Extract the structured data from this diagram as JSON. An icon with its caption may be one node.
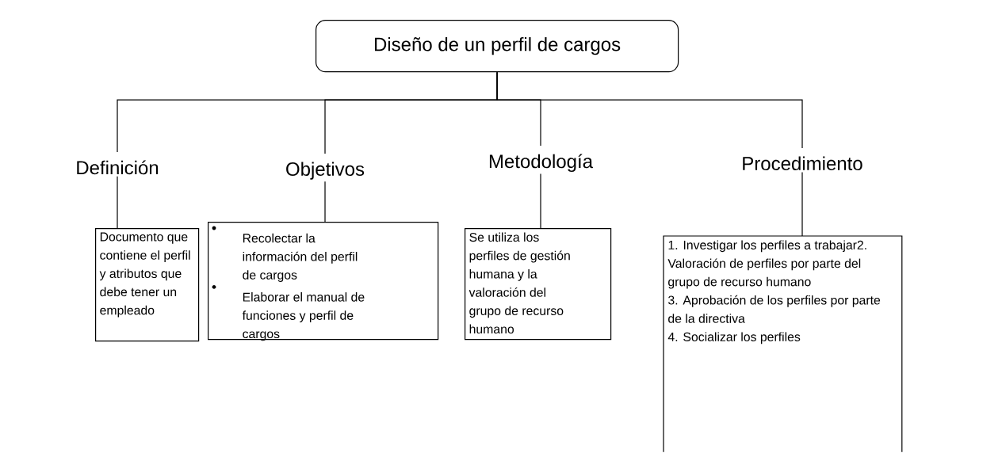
{
  "diagram": {
    "nodes": [
      {
        "text": [
          "Diseño de un perfil de cargos"
        ]
      },
      {
        "text": [
          "Definición"
        ]
      },
      {
        "text": [
          "Objetivos"
        ]
      },
      {
        "text": [
          "Metodología"
        ]
      },
      {
        "text": [
          "Procedimiento"
        ]
      },
      {
        "text": [
          "Documento que contiene el perfil y atributos que debe tener un empleado"
        ]
      },
      {
        "text": [
          "Recolectar la información del perfil de cargos",
          "Elaborar el manual de funciones y perfil de cargos"
        ]
      },
      {
        "text": [
          "Se utiliza los perfiles de gestión humana y la valoración del grupo de recurso humano"
        ]
      },
      {
        "text": [
          "1. Investigar los perfiles a trabajar2. Valoración de perfiles por parte del grupo de recurso humano",
          "3.  Aprobación de los perfiles por parte de la directiva",
          "4. Socializar los perfiles"
        ]
      }
    ],
    "edges": [
      {
        "from": 0,
        "to": 1,
        "arrow": "none"
      },
      {
        "from": 0,
        "to": 2,
        "arrow": "none"
      },
      {
        "from": 0,
        "to": 3,
        "arrow": "none"
      },
      {
        "from": 0,
        "to": 4,
        "arrow": "none"
      },
      {
        "from": 1,
        "to": 5,
        "arrow": "none"
      },
      {
        "from": 2,
        "to": 6,
        "arrow": "none"
      },
      {
        "from": 3,
        "to": 7,
        "arrow": "none"
      },
      {
        "from": 4,
        "to": 8,
        "arrow": "none"
      }
    ]
  }
}
